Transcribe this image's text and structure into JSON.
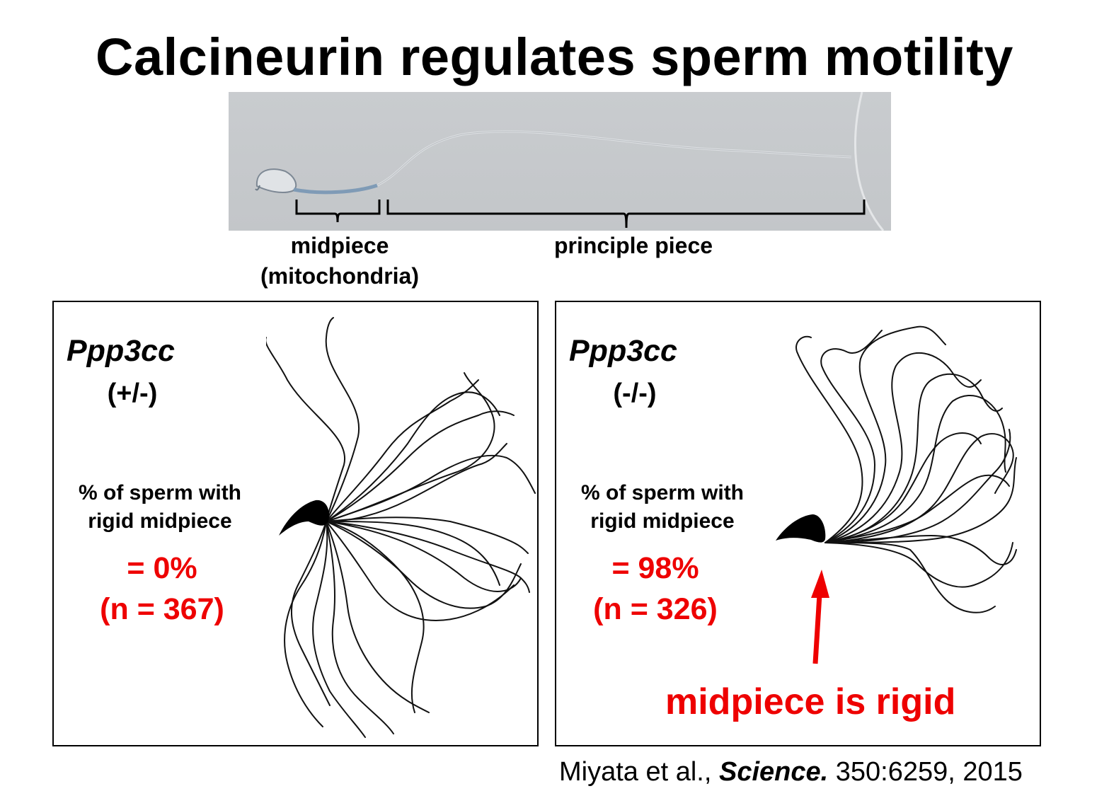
{
  "title": "Calcineurin regulates sperm motility",
  "micrograph": {
    "midpiece_label": "midpiece",
    "midpiece_sub": "(mitochondria)",
    "principal_label": "principle piece"
  },
  "panels": [
    {
      "gene": "Ppp3cc",
      "genotype": "(+/-)",
      "stat_line1": "% of sperm with",
      "stat_line2": "rigid midpiece",
      "value": "= 0%",
      "n": "(n = 367)"
    },
    {
      "gene": "Ppp3cc",
      "genotype": "(-/-)",
      "stat_line1": "% of sperm with",
      "stat_line2": "rigid midpiece",
      "value": "= 98%",
      "n": "(n = 326)"
    }
  ],
  "annotation": "midpiece is rigid",
  "citation": {
    "authors": "Miyata et al.,",
    "journal": "Science.",
    "ref": "350:6259, 2015"
  },
  "colors": {
    "highlight": "#ee0000"
  }
}
